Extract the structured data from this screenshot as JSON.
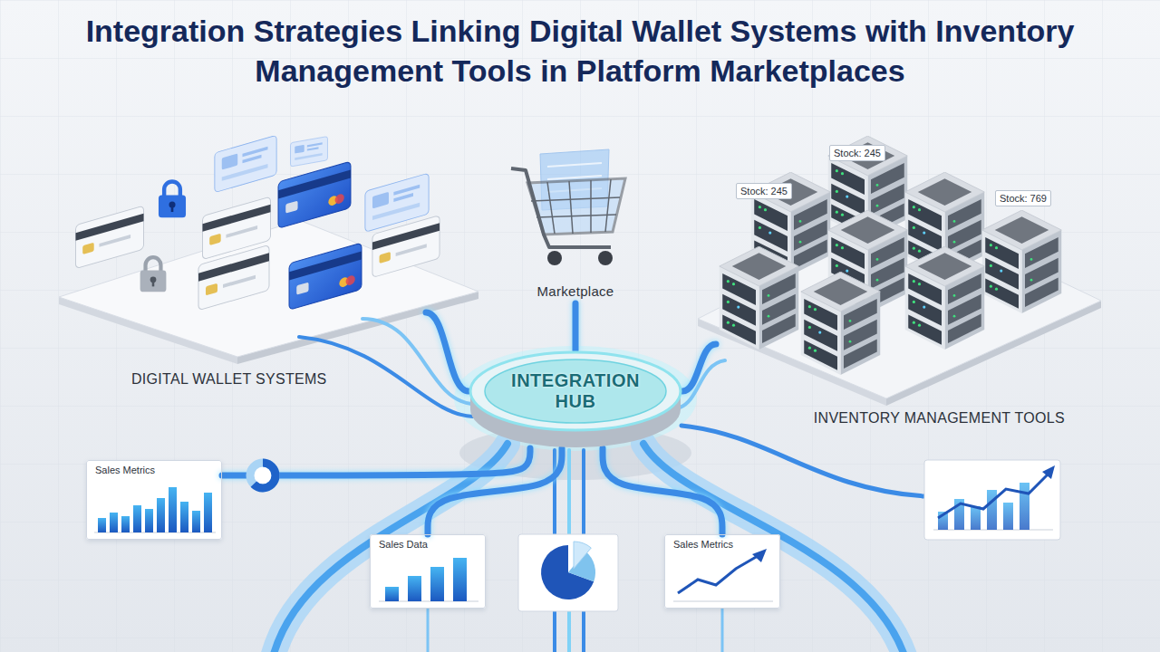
{
  "diagram": {
    "title": "Integration Strategies Linking Digital Wallet Systems with Inventory Management Tools in Platform Marketplaces",
    "nodes": [
      {
        "text": [
          "DIGITAL WALLET SYSTEMS"
        ]
      },
      {
        "text": [
          "Marketplace"
        ]
      },
      {
        "text": [
          "INTEGRATION HUB"
        ]
      },
      {
        "text": [
          "INVENTORY MANAGEMENT TOOLS"
        ]
      },
      {
        "text": [
          "Sales Metrics"
        ]
      },
      {
        "text": [
          "Sales Data"
        ]
      },
      {
        "text": [
          "Sales Metrics"
        ]
      }
    ],
    "edges": [
      {
        "from": 0,
        "to": 2,
        "arrow": "none"
      },
      {
        "from": 1,
        "to": 2,
        "arrow": "none"
      },
      {
        "from": 3,
        "to": 2,
        "arrow": "none"
      },
      {
        "from": 2,
        "to": 4,
        "arrow": "none"
      },
      {
        "from": 2,
        "to": 5,
        "arrow": "none"
      },
      {
        "from": 2,
        "to": 6,
        "arrow": "none"
      }
    ],
    "labels": [
      "Stock: 245",
      "Stock: 245",
      "Stock: 769"
    ]
  }
}
